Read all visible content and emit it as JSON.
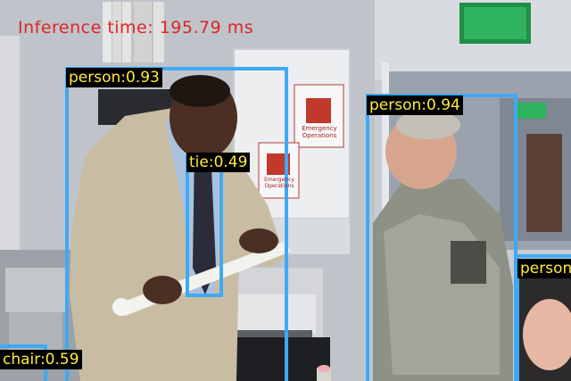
{
  "overlay": {
    "inference_time_text": "Inference time: 195.79 ms",
    "box_color": "#3fa9f5",
    "label_text_color": "#ffeb3b",
    "label_bg_color": "#000000",
    "inference_text_color": "#e02424"
  },
  "detections": [
    {
      "label": "person:0.93"
    },
    {
      "label": "tie:0.49"
    },
    {
      "label": "person:0.94"
    },
    {
      "label": "person"
    },
    {
      "label": "chair:0.59"
    }
  ],
  "scene": {
    "signs": [
      {
        "text": "Emergency Operations"
      },
      {
        "text": "Emergency Operations"
      }
    ]
  }
}
